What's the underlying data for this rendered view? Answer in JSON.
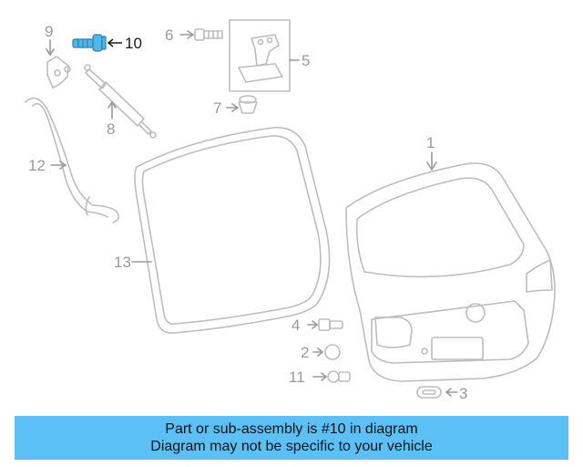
{
  "colors": {
    "part_line": "#bdbdbd",
    "callout_text": "#9a9a9a",
    "highlight_part": "#4fb8e8",
    "highlight_text": "#1a1a1a",
    "banner_bg": "#5bc0f5"
  },
  "callouts": {
    "c1": "1",
    "c2": "2",
    "c3": "3",
    "c4": "4",
    "c5": "5",
    "c6": "6",
    "c7": "7",
    "c8": "8",
    "c9": "9",
    "c10": "10",
    "c11": "11",
    "c12": "12",
    "c13": "13"
  },
  "banner": {
    "line1": "Part or sub-assembly is #10 in diagram",
    "line2": "Diagram may not be specific to your vehicle"
  }
}
